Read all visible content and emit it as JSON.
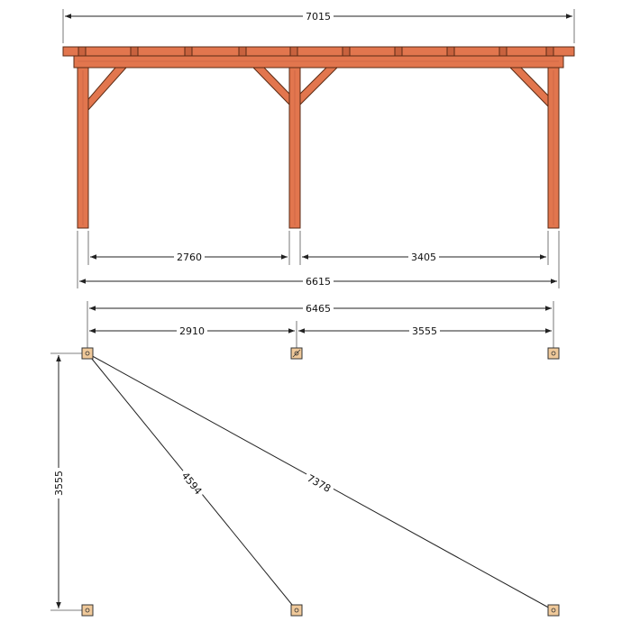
{
  "elevation": {
    "overall_width_label": "7015",
    "span_left_label": "2760",
    "span_right_label": "3405",
    "post_outer_label": "6615"
  },
  "plan": {
    "post_outer_label": "6465",
    "span_left_label": "2910",
    "span_right_label": "3555",
    "depth_label": "3555",
    "diagonal_short_label": "4594",
    "diagonal_long_label": "7378"
  },
  "colors": {
    "timber": "#e2764e",
    "timber_outline": "#5a2a14",
    "post_footprint": "#f0c99a"
  }
}
